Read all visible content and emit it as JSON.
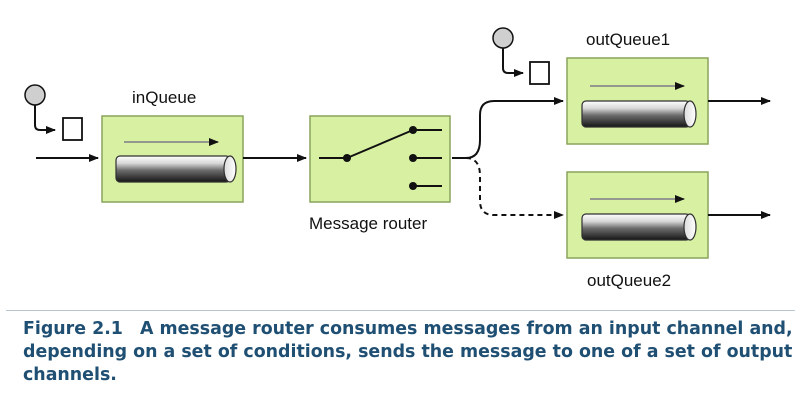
{
  "diagram": {
    "labels": {
      "in_queue": "inQueue",
      "message_router": "Message router",
      "out_queue_1": "outQueue1",
      "out_queue_2": "outQueue2"
    },
    "colors": {
      "box_fill": "#d8f0a2",
      "box_stroke": "#8aa45c",
      "line": "#111111",
      "token_fill": "#cfcfcf",
      "caption": "#1f4f73"
    },
    "icons": {
      "message_token": "circle-token-icon",
      "message_envelope": "square-message-icon",
      "channel": "cylinder-channel-icon",
      "router_switch": "switch-icon"
    }
  },
  "caption": {
    "number": "Figure 2.1",
    "text": "A message router consumes messages from an input channel and, depending on a set of conditions, sends the message to one of a set of output channels."
  }
}
